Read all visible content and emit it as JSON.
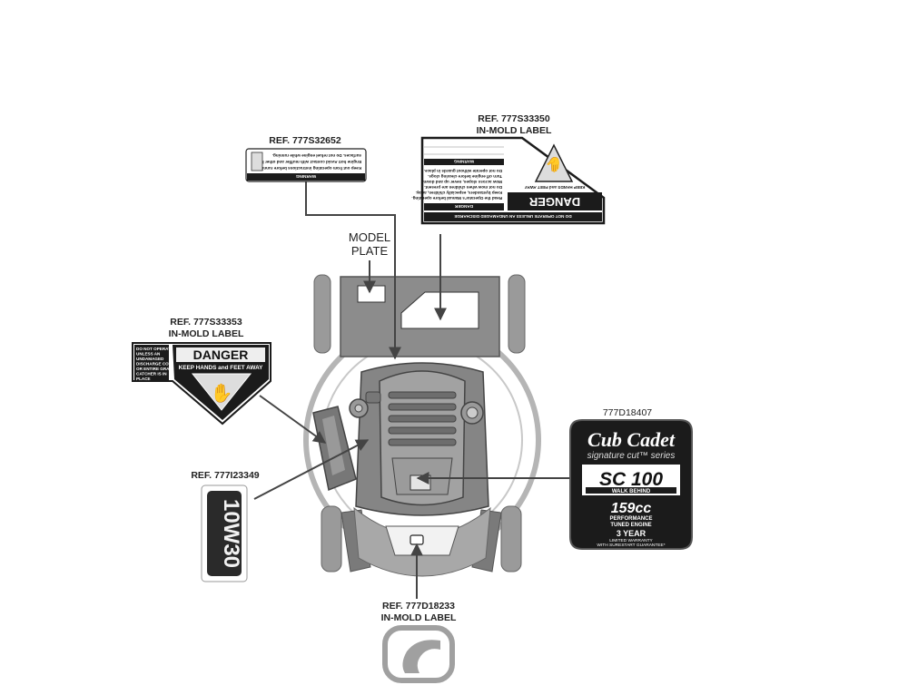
{
  "callouts": {
    "warning_ref": "REF. 777S32652",
    "danger_top_ref": "REF. 777S33350",
    "danger_top_sub": "IN-MOLD LABEL",
    "model_plate_line1": "MODEL",
    "model_plate_line2": "PLATE",
    "danger_left_ref": "REF. 777S33353",
    "danger_left_sub": "IN-MOLD LABEL",
    "oil_ref": "REF. 777I23349",
    "cubcadet_ref": "777D18407",
    "logo_ref": "REF. 777D18233",
    "logo_sub": "IN-MOLD LABEL"
  },
  "labels": {
    "warning_decal": {
      "title": "WARNING",
      "lines": [
        "Keep out from operating instructions before running",
        "Engine hot! Avoid contact with muffler and other hot",
        "surfaces. Do not refuel engine while running."
      ]
    },
    "danger_top_decal": {
      "heading": "DANGER",
      "subheading": "KEEP HANDS and FEET AWAY",
      "top_line": "DO NOT OPERATE UNLESS AN UNDAMAGED DISCHARGE",
      "warning_title": "WARNING",
      "danger_title": "DANGER",
      "text_lines": [
        "Read the Operator's Manual before operating.",
        "Keep bystanders, especially children, away.",
        "Do not mow when children are present.",
        "Mow across slopes, never up and down.",
        "Turn off engine before clearing clogs.",
        "Do not operate without guards in place."
      ]
    },
    "danger_left_decal": {
      "side_text": [
        "DO NOT OPERATE",
        "UNLESS AN",
        "UNDAMAGED",
        "DISCHARGE COVER",
        "OR ENTIRE GRASS",
        "CATCHER IS IN",
        "PLACE"
      ],
      "heading": "DANGER",
      "subheading": "KEEP HANDS and FEET AWAY"
    },
    "oil_decal": {
      "text": "10W30"
    },
    "cubcadet_decal": {
      "brand": "Cub Cadet",
      "series": "signature cut™ series",
      "model": "SC 100",
      "model_sub": "WALK BEHIND",
      "engine": "159cc",
      "engine_sub1": "PERFORMANCE",
      "engine_sub2": "TUNED ENGINE",
      "warranty1": "3 YEAR",
      "warranty2": "LIMITED WARRANTY",
      "warranty3": "WITH SURESTART GUARANTEE*"
    }
  },
  "icons": {
    "hand_symbol": "hand-warning-icon",
    "logo_symbol": "cub-cadet-c-logo-icon"
  },
  "colors": {
    "mower_gray": "#8a8a8a",
    "decal_black": "#1b1b1b",
    "line_color": "#444444"
  }
}
